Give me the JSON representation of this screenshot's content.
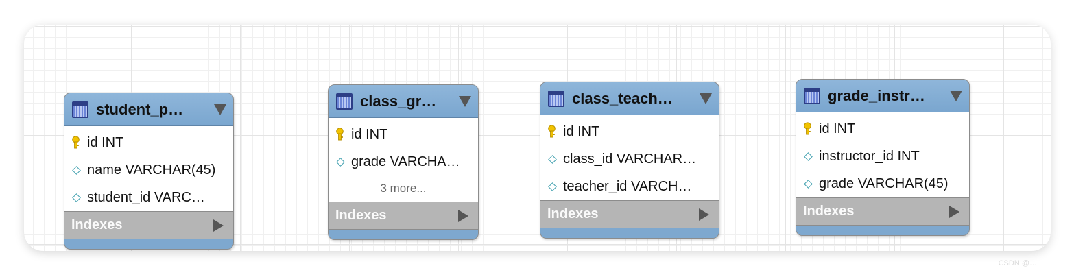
{
  "watermark": "CSDN @…",
  "tables": [
    {
      "title": "student_p…",
      "columns": [
        {
          "text": "id INT",
          "icon": "primary-key"
        },
        {
          "text": "name VARCHAR(45)",
          "icon": "column"
        },
        {
          "text": "student_id VARC…",
          "icon": "column"
        }
      ],
      "more": "",
      "indexes_label": "Indexes"
    },
    {
      "title": "class_gr…",
      "columns": [
        {
          "text": "id INT",
          "icon": "primary-key"
        },
        {
          "text": "grade VARCHA…",
          "icon": "column"
        }
      ],
      "more": "3 more...",
      "indexes_label": "Indexes"
    },
    {
      "title": "class_teach…",
      "columns": [
        {
          "text": "id INT",
          "icon": "primary-key"
        },
        {
          "text": "class_id VARCHAR…",
          "icon": "column"
        },
        {
          "text": "teacher_id VARCH…",
          "icon": "column"
        }
      ],
      "more": "",
      "indexes_label": "Indexes"
    },
    {
      "title": "grade_instr…",
      "columns": [
        {
          "text": "id INT",
          "icon": "primary-key"
        },
        {
          "text": "instructor_id INT",
          "icon": "column"
        },
        {
          "text": "grade VARCHAR(45)",
          "icon": "column"
        }
      ],
      "more": "",
      "indexes_label": "Indexes"
    }
  ]
}
